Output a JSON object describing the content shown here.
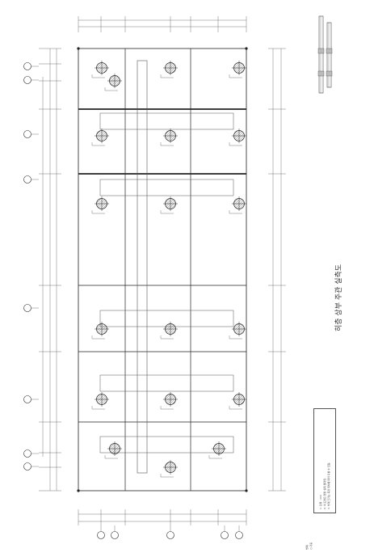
{
  "title": "히층 상부 주관 실측도",
  "notes": [
    "1. 단위 : mm",
    "2. 이 도면은 현장 실측 결과임.",
    "3. 부재 크기는 측정 위치에 따라 다를 수 있음."
  ],
  "legend": [
    "범례",
    "○ 기둥"
  ],
  "colors": {
    "line": "#222222",
    "thin": "#555555",
    "column_fill": "#bbbbbb",
    "hatch": "#666666"
  }
}
